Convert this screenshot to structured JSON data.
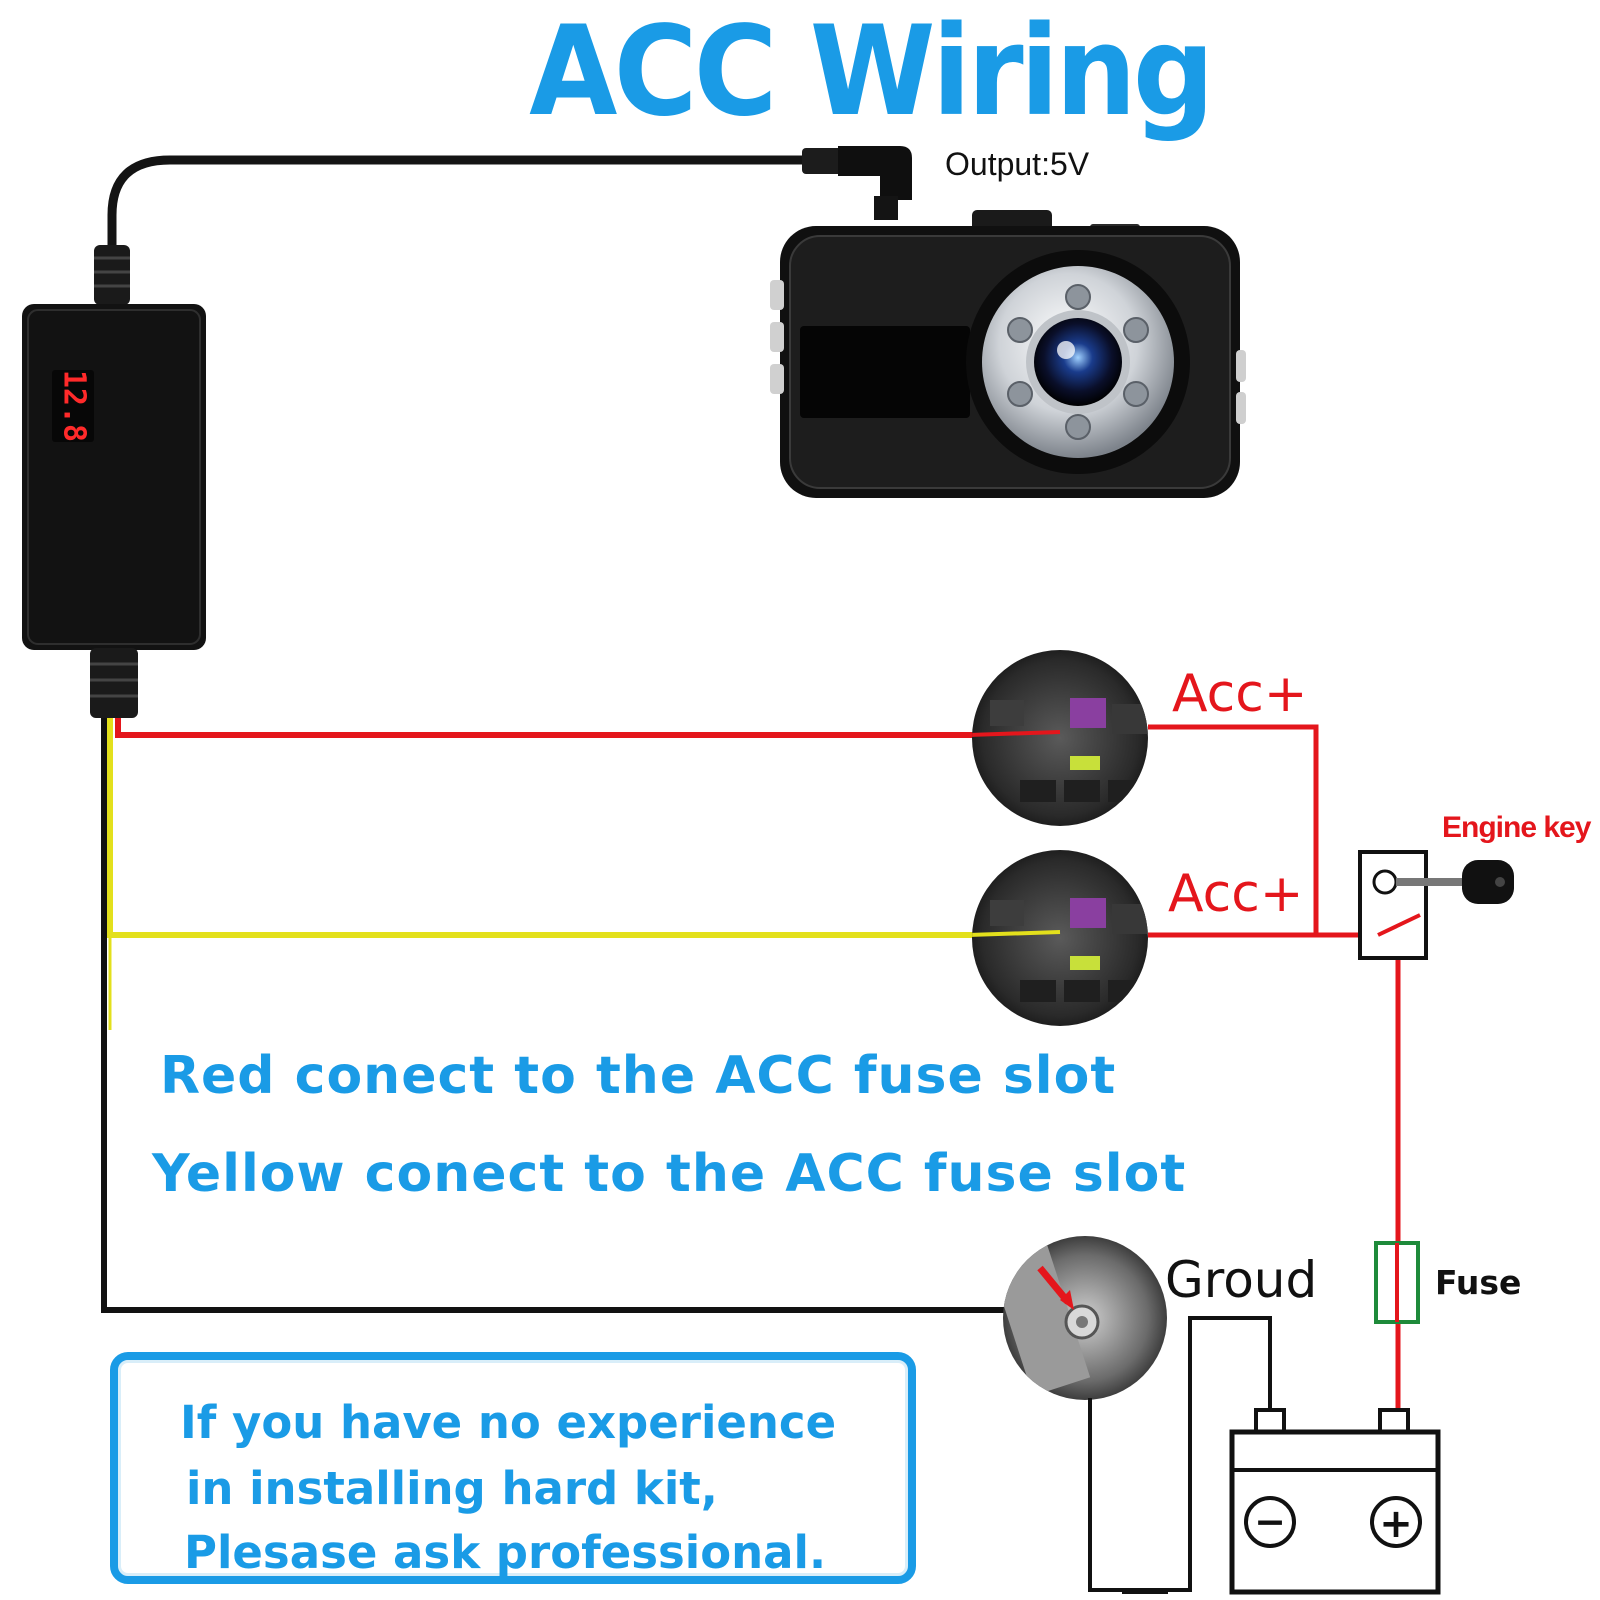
{
  "title": "ACC Wiring",
  "output_label": "Output:5V",
  "converter": {
    "display": "12.8"
  },
  "connections": [
    {
      "label": "Acc+",
      "wire_color": "#e4161c"
    },
    {
      "label": "Acc+",
      "wire_color": "#e3e01c"
    }
  ],
  "engine_key_label": "Engine key",
  "ground_label": "Groud",
  "fuse_label": "Fuse",
  "instructions": [
    "Red conect to the ACC fuse slot",
    "Yellow conect to the ACC fuse slot"
  ],
  "note": {
    "lines": [
      "If you have no experience",
      "in installing hard kit,",
      "Plesase ask professional."
    ]
  },
  "battery": {
    "negative": "−",
    "positive": "+"
  },
  "colors": {
    "accent": "#1a9be6",
    "red_wire": "#e4161c",
    "yellow_wire": "#e3e01c",
    "ground_wire": "#111111",
    "fuse_outline": "#1e8a3a"
  }
}
